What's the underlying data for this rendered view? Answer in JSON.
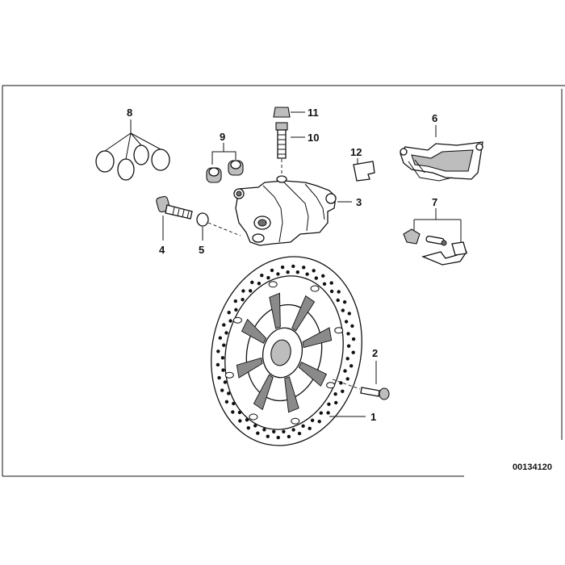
{
  "diagram": {
    "callouts": {
      "p1": "1",
      "p2": "2",
      "p3": "3",
      "p4": "4",
      "p5": "5",
      "p6": "6",
      "p7": "7",
      "p8": "8",
      "p9": "9",
      "p10": "10",
      "p11": "11",
      "p12": "12"
    },
    "drawing_number": "00134120"
  }
}
